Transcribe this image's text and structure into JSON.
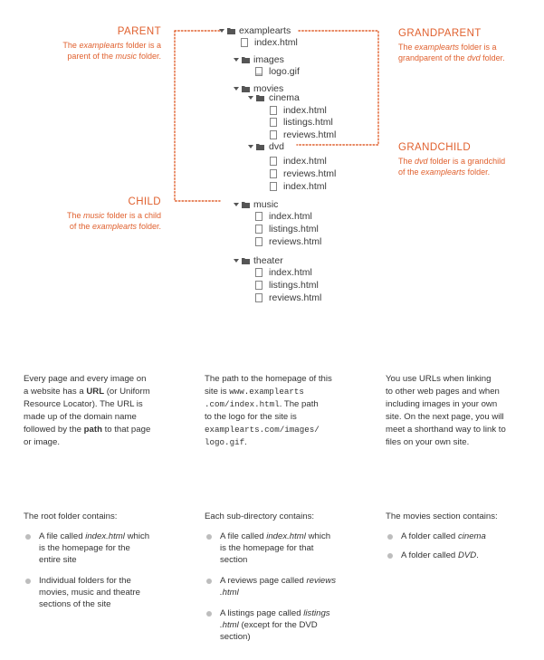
{
  "tree": {
    "root": "examplearts",
    "root_index": "index.html",
    "images": "images",
    "logo": "logo.gif",
    "movies": "movies",
    "cinema": "cinema",
    "cinema_files": [
      "index.html",
      "listings.html",
      "reviews.html"
    ],
    "dvd": "dvd",
    "dvd_files": [
      "index.html",
      "reviews.html",
      "index.html"
    ],
    "music": "music",
    "music_files": [
      "index.html",
      "listings.html",
      "reviews.html"
    ],
    "theater": "theater",
    "theater_files": [
      "index.html",
      "listings.html",
      "reviews.html"
    ]
  },
  "annotations": {
    "parent": {
      "title": "PARENT",
      "line1a": "The ",
      "line1em": "examplearts",
      "line1b": " folder is a",
      "line2a": "parent of the ",
      "line2em": "music",
      "line2b": " folder."
    },
    "grandparent": {
      "title": "GRANDPARENT",
      "line1a": "The ",
      "line1em": "examplearts",
      "line1b": " folder is a",
      "line2a": "grandparent of the ",
      "line2em": "dvd",
      "line2b": " folder."
    },
    "grandchild": {
      "title": "GRANDCHILD",
      "line1a": "The ",
      "line1em": "dvd",
      "line1b": " folder is a grandchild",
      "line2a": "of the ",
      "line2em": "examplearts",
      "line2b": " folder."
    },
    "child": {
      "title": "CHILD",
      "line1a": "The ",
      "line1em": "music",
      "line1b": " folder is a child",
      "line2a": "of the ",
      "line2em": "examplearts",
      "line2b": " folder."
    }
  },
  "col1": {
    "l1": "Every page and every image on",
    "l2a": "a website has a ",
    "l2b": "URL",
    "l2c": " (or Uniform",
    "l3": "Resource Locator). The URL is",
    "l4": "made up of the domain name",
    "l5a": "followed by the ",
    "l5b": "path",
    "l5c": " to that page",
    "l6": "or image."
  },
  "col2": {
    "l1": "The path to the homepage of this",
    "l2a": "site is ",
    "l2b": "www.examplearts",
    "l3a": ".com/index.html",
    "l3b": ". The path",
    "l4": "to the logo for the site is",
    "l5": "examplearts.com/images/",
    "l6": "logo.gif",
    "l6b": "."
  },
  "col3": {
    "l1": "You use URLs when linking",
    "l2": "to other web pages and when",
    "l3": "including images in your own",
    "l4": "site. On the next page, you will",
    "l5": "meet a shorthand way to link to",
    "l6": "files on your own site."
  },
  "list1": {
    "heading": "The root folder contains:",
    "i1a": "A file called ",
    "i1em": "index.html",
    "i1b": " which",
    "i1c": "is the homepage for the",
    "i1d": "entire site",
    "i2a": "Individual folders for the",
    "i2b": "movies, music and theatre",
    "i2c": "sections of the site"
  },
  "list2": {
    "heading": "Each sub-directory contains:",
    "i1a": "A file called ",
    "i1em": "index.html",
    "i1b": " which",
    "i1c": "is the homepage for that",
    "i1d": "section",
    "i2a": "A reviews page called ",
    "i2em1": "reviews",
    "i2em2": ".html",
    "i3a": "A listings page called ",
    "i3em1": "listings",
    "i3em2": ".html",
    "i3b": " (except for the DVD",
    "i3c": "section)"
  },
  "list3": {
    "heading": "The movies section contains:",
    "i1a": "A folder called ",
    "i1em": "cinema",
    "i2a": "A folder called ",
    "i2em": "DVD",
    "i2b": "."
  },
  "colors": {
    "accent": "#e0612f",
    "icon": "#555555",
    "bullet": "#bdbdbd"
  }
}
